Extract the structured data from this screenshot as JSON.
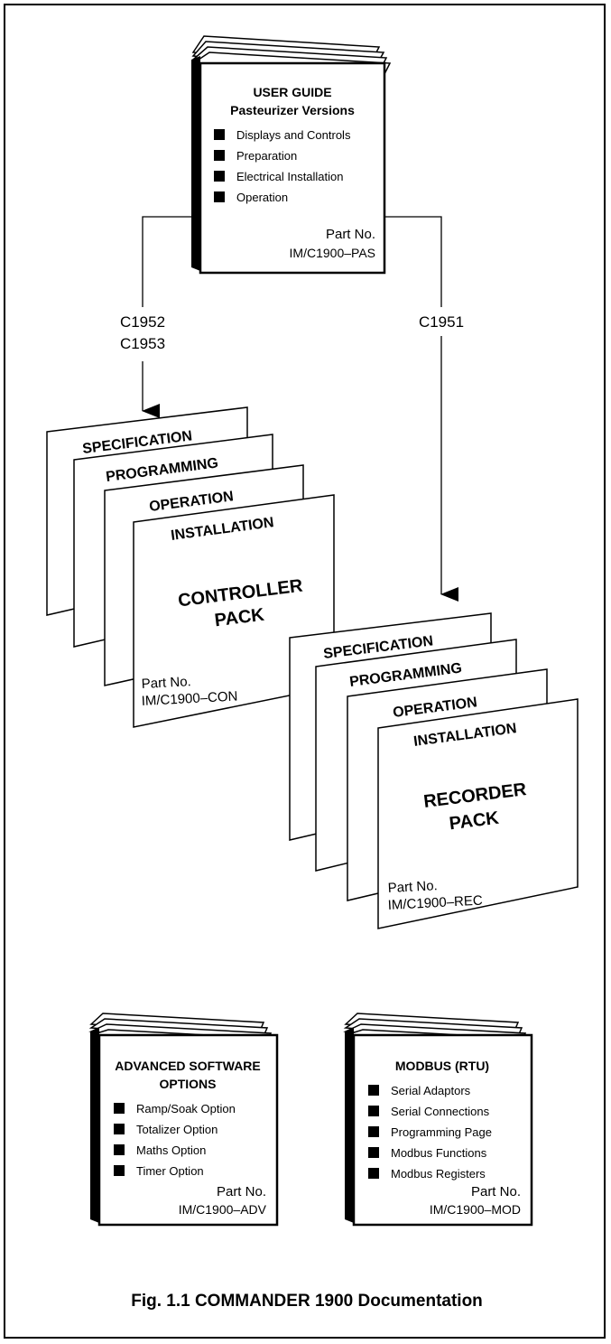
{
  "user_guide": {
    "title": "USER GUIDE",
    "subtitle": "Pasteurizer Versions",
    "items": [
      "Displays and Controls",
      "Preparation",
      "Electrical Installation",
      "Operation"
    ],
    "part_label": "Part No.",
    "part_no": "IM/C1900–PAS"
  },
  "branches": {
    "left_models": [
      "C1952",
      "C1953"
    ],
    "right_models": [
      "C1951"
    ]
  },
  "controller_pack": {
    "sheets": [
      "SPECIFICATION",
      "PROGRAMMING",
      "OPERATION",
      "INSTALLATION"
    ],
    "title_line1": "CONTROLLER",
    "title_line2": "PACK",
    "part_label": "Part No.",
    "part_no": "IM/C1900–CON"
  },
  "recorder_pack": {
    "sheets": [
      "SPECIFICATION",
      "PROGRAMMING",
      "OPERATION",
      "INSTALLATION"
    ],
    "title_line1": "RECORDER",
    "title_line2": "PACK",
    "part_label": "Part No.",
    "part_no": "IM/C1900–REC"
  },
  "advanced_options": {
    "title_line1": "ADVANCED SOFTWARE",
    "title_line2": "OPTIONS",
    "items": [
      "Ramp/Soak Option",
      "Totalizer Option",
      "Maths Option",
      "Timer Option"
    ],
    "part_label": "Part No.",
    "part_no": "IM/C1900–ADV"
  },
  "modbus": {
    "title": "MODBUS (RTU)",
    "items": [
      "Serial Adaptors",
      "Serial Connections",
      "Programming Page",
      "Modbus Functions",
      "Modbus Registers"
    ],
    "part_label": "Part No.",
    "part_no": "IM/C1900–MOD"
  },
  "caption": "Fig. 1.1 COMMANDER 1900 Documentation"
}
